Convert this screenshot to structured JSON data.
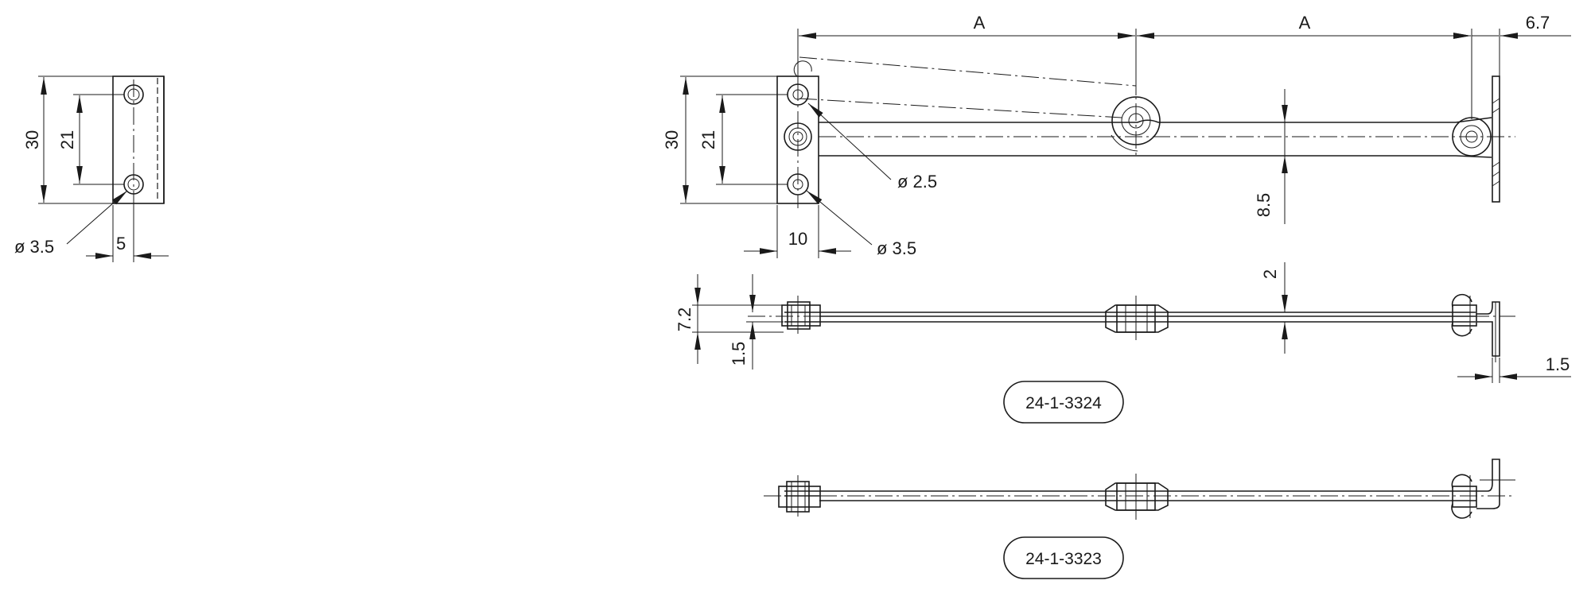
{
  "detail_view": {
    "dim_height": "30",
    "dim_hole_spacing": "21",
    "dim_hole_dia": "ø 3.5",
    "dim_offset": "5"
  },
  "top_view": {
    "dim_length_a_left": "A",
    "dim_length_a_right": "A",
    "dim_end": "6.7",
    "dim_height": "30",
    "dim_hole_spacing": "21",
    "dim_pivot_dia": "ø 2.5",
    "dim_hole_dia": "ø 3.5",
    "dim_plate_width": "10",
    "dim_bar_offset": "8.5"
  },
  "side_view": {
    "dim_gap": "2",
    "dim_overall": "7.2",
    "dim_thickness_left": "1.5",
    "dim_thickness_right": "1.5"
  },
  "part_numbers": [
    "24-1-3324",
    "24-1-3323"
  ]
}
